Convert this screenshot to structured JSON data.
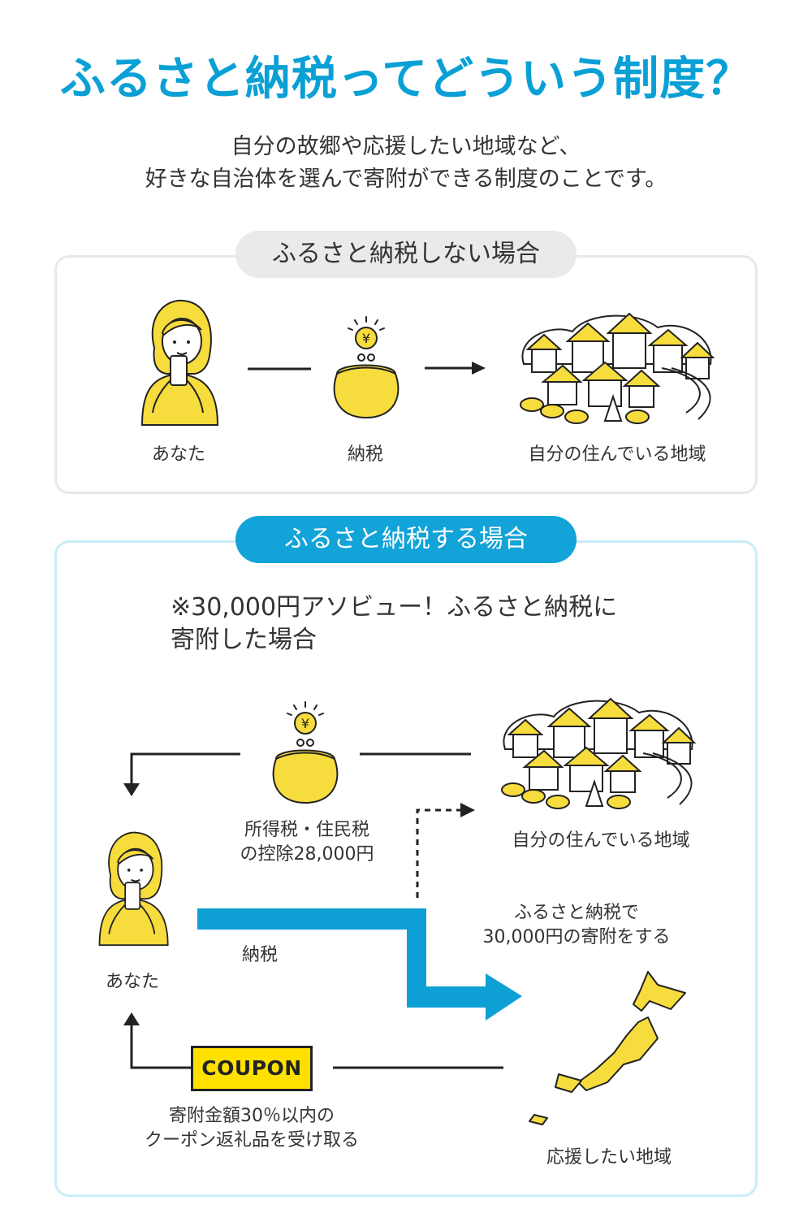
{
  "title": "ふるさと納税ってどういう制度？",
  "lead": {
    "line1": "自分の故郷や応援したい地域など、",
    "line2": "好きな自治体を選んで寄附ができる制度のことです。"
  },
  "section_without": {
    "heading": "ふるさと納税しない場合",
    "person_label": "あなた",
    "purse_label": "納税",
    "town_label": "自分の住んでいる地域"
  },
  "section_with": {
    "heading": "ふるさと納税する場合",
    "note_line1": "※30,000円アソビュー！ふるさと納税に",
    "note_line2": "寄附した場合",
    "deduction_line1": "所得税・住民税",
    "deduction_line2": "の控除28,000円",
    "town_label": "自分の住んでいる地域",
    "person_label": "あなた",
    "tax_label": "納税",
    "donation_line1": "ふるさと納税で",
    "donation_line2": "30,000円の寄附をする",
    "coupon_text": "COUPON",
    "return_line1": "寄附金額30％以内の",
    "return_line2": "クーポン返礼品を受け取る",
    "region_label": "応援したい地域"
  },
  "colors": {
    "brand_blue": "#0aa0d6",
    "arrow_blue": "#0ea0d5",
    "accent_yellow": "#ffe100",
    "illustration_yellow": "#f7dc3e"
  },
  "icons": [
    "person-icon",
    "purse-icon",
    "yen-coin-icon",
    "town-icon",
    "japan-map-icon",
    "coupon-icon"
  ]
}
